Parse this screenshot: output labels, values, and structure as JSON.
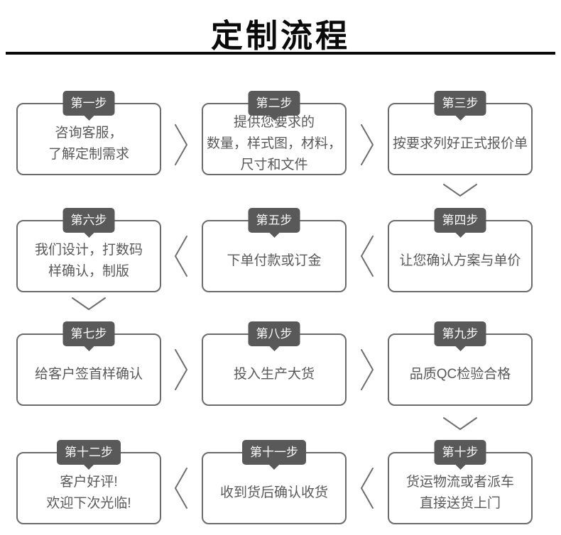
{
  "title": "定制流程",
  "colors": {
    "title_color": "#0a0a0a",
    "divider": "#0a0a0a",
    "badge_bg": "#595959",
    "badge_text": "#fafafa",
    "box_border": "#6b6b6b",
    "box_text": "#595959",
    "arrow": "#6e6e6e"
  },
  "steps": [
    {
      "badge": "第一步",
      "lines": [
        "咨询客服，",
        "了解定制需求"
      ]
    },
    {
      "badge": "第二步",
      "lines": [
        "提供您要求的",
        "数量，样式图，材料，",
        "尺寸和文件"
      ]
    },
    {
      "badge": "第三步",
      "lines": [
        "按要求列好正式报价单"
      ]
    },
    {
      "badge": "第四步",
      "lines": [
        "让您确认方案与单价"
      ]
    },
    {
      "badge": "第五步",
      "lines": [
        "下单付款或订金"
      ]
    },
    {
      "badge": "第六步",
      "lines": [
        "我们设计，打数码",
        "样确认，制版"
      ]
    },
    {
      "badge": "第七步",
      "lines": [
        "给客户签首样确认"
      ]
    },
    {
      "badge": "第八步",
      "lines": [
        "投入生产大货"
      ]
    },
    {
      "badge": "第九步",
      "lines": [
        "品质QC检验合格"
      ]
    },
    {
      "badge": "第十步",
      "lines": [
        "货运物流或者派车",
        "直接送货上门"
      ]
    },
    {
      "badge": "第十一步",
      "lines": [
        "收到货后确认收货"
      ]
    },
    {
      "badge": "第十二步",
      "lines": [
        "客户好评!",
        "欢迎下次光临!"
      ]
    }
  ]
}
